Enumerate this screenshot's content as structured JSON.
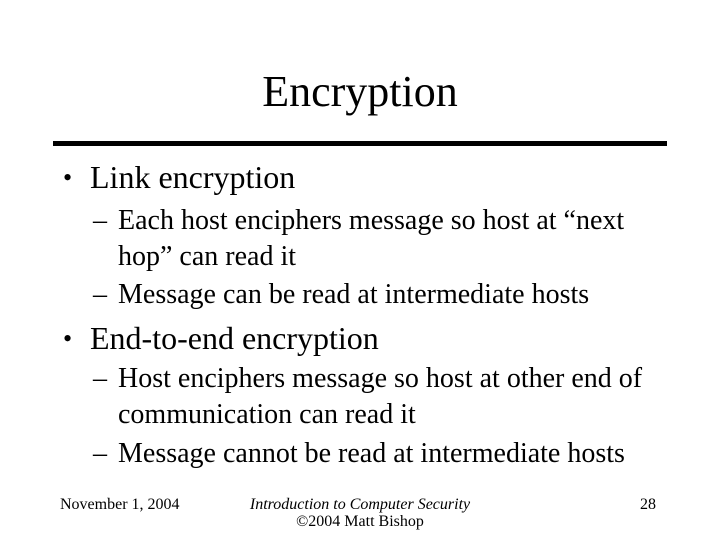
{
  "slide": {
    "title": "Encryption",
    "markers": {
      "level1": "•",
      "level2": "–"
    },
    "bullets": [
      {
        "label": "Link encryption",
        "sub": [
          "Each host enciphers message so host at “next hop” can read it",
          "Message can be read at intermediate hosts"
        ]
      },
      {
        "label": "End-to-end encryption",
        "sub": [
          "Host enciphers message so host at other end of communication can read it",
          "Message cannot be read at intermediate hosts"
        ]
      }
    ],
    "footer": {
      "date": "November 1, 2004",
      "course_title": "Introduction to Computer Security",
      "copyright": "©2004 Matt Bishop",
      "page_number": "28"
    },
    "colors": {
      "background": "#ffffff",
      "text": "#000000",
      "rule": "#000000"
    }
  }
}
